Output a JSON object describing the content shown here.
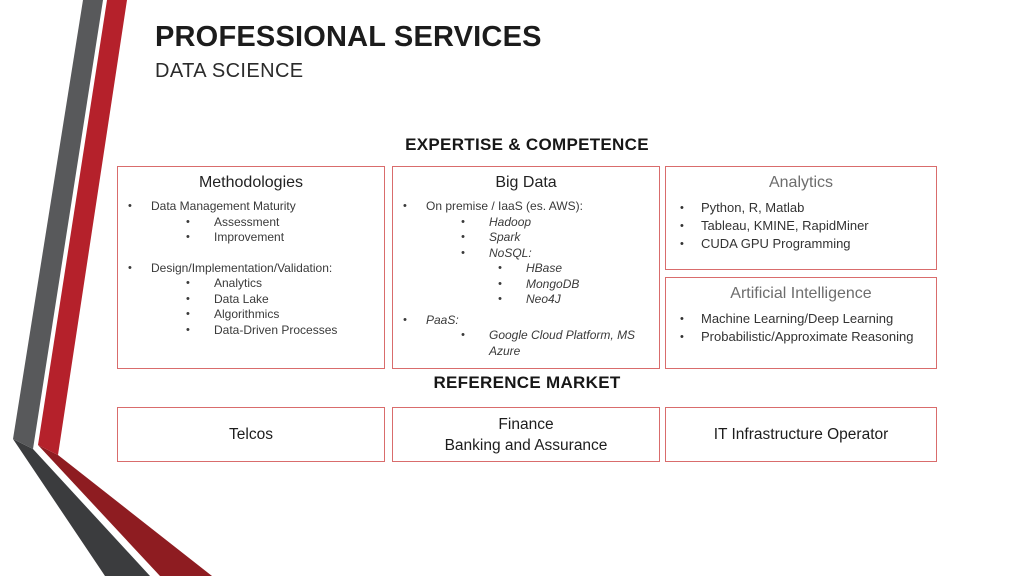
{
  "slide": {
    "title": "PROFESSIONAL SERVICES",
    "subtitle": "DATA SCIENCE"
  },
  "sections": {
    "expertise_heading": "EXPERTISE & COMPETENCE",
    "market_heading": "REFERENCE MARKET"
  },
  "ui": {
    "bullet_char": "•"
  },
  "colors": {
    "accent_gray": "#58595b",
    "accent_red": "#b5212b",
    "accent_gray_dark": "#3b3c3e",
    "accent_red_dark": "#8e1c21",
    "box_border": "#d96c6c"
  },
  "expertise_boxes": {
    "methodologies": {
      "title": "Methodologies",
      "items": [
        {
          "level": 1,
          "text": "Data Management Maturity"
        },
        {
          "level": 2,
          "text": "Assessment"
        },
        {
          "level": 2,
          "text": "Improvement"
        },
        {
          "spacer": true
        },
        {
          "level": 1,
          "text": "Design/Implementation/Validation:"
        },
        {
          "level": 2,
          "text": "Analytics"
        },
        {
          "level": 2,
          "text": "Data Lake"
        },
        {
          "level": 2,
          "text": "Algorithmics"
        },
        {
          "level": 2,
          "text": "Data-Driven Processes"
        }
      ]
    },
    "big_data": {
      "title": "Big Data",
      "items": [
        {
          "level": 1,
          "text": "On premise / IaaS (es. AWS):"
        },
        {
          "level": 2,
          "text": "Hadoop",
          "italic": true
        },
        {
          "level": 2,
          "text": "Spark",
          "italic": true
        },
        {
          "level": 2,
          "text": "NoSQL:",
          "italic": true
        },
        {
          "level": 3,
          "text": "HBase",
          "italic": true
        },
        {
          "level": 3,
          "text": "MongoDB",
          "italic": true
        },
        {
          "level": 3,
          "text": "Neo4J",
          "italic": true
        },
        {
          "level": 1,
          "text": "PaaS:",
          "italic": true,
          "gap": true
        },
        {
          "level": 2,
          "text": "Google Cloud Platform, MS Azure",
          "italic": true
        }
      ]
    },
    "analytics": {
      "title": "Analytics",
      "items": [
        {
          "level": 1,
          "text": "Python, R, Matlab"
        },
        {
          "level": 1,
          "text": "Tableau, KMINE, RapidMiner"
        },
        {
          "level": 1,
          "text": "CUDA GPU Programming"
        }
      ]
    },
    "artificial_intelligence": {
      "title": "Artificial Intelligence",
      "items": [
        {
          "level": 1,
          "text": "Machine Learning/Deep Learning"
        },
        {
          "level": 1,
          "text": "Probabilistic/Approximate Reasoning"
        }
      ]
    }
  },
  "reference_market": {
    "telcos": {
      "lines": [
        "Telcos"
      ]
    },
    "finance": {
      "lines": [
        "Finance",
        "Banking and Assurance"
      ]
    },
    "it_infrastructure": {
      "lines": [
        "IT Infrastructure Operator"
      ]
    }
  }
}
